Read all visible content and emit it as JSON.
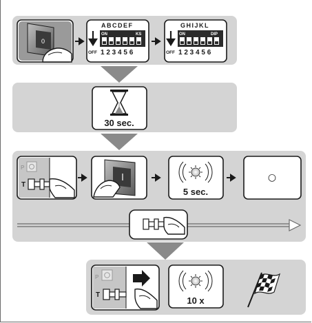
{
  "section1": {
    "switch_a": {
      "letters": "ABCDEF",
      "on_label": "ON",
      "right_label": "KS",
      "off_label": "OFF",
      "numbers": "1 2 3 4 5 6"
    },
    "switch_b": {
      "letters": "GHIJKL",
      "on_label": "ON",
      "right_label": "DIP",
      "off_label": "OFF",
      "numbers": "1 2 3 4 5 6"
    }
  },
  "section2": {
    "wait_time": "30 sec."
  },
  "section3": {
    "button_p": "P",
    "button_t": "T",
    "blink_time": "5 sec.",
    "indicator": "○"
  },
  "section4": {
    "button_p": "P",
    "button_t": "T",
    "blink_count": "10 x"
  },
  "colors": {
    "panel_bg": "#d4d4d4",
    "arrow": "#8a8a8a",
    "box_border": "#1a1a1a",
    "box_bg": "#ffffff"
  }
}
